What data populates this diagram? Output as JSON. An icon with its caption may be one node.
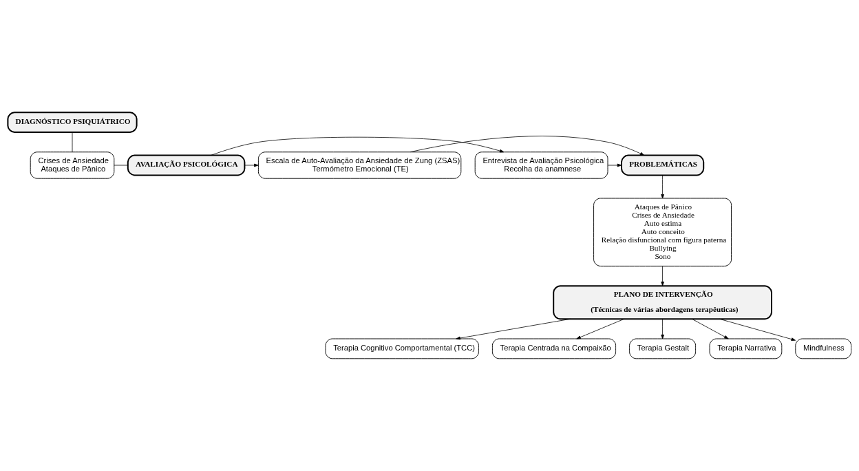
{
  "diagram": {
    "nodes": [
      {
        "text": [
          "DIAGNÓSTICO PSIQUIÁTRICO"
        ]
      },
      {
        "text": [
          "Crises de Ansiedade",
          "Ataques de Pânico"
        ]
      },
      {
        "text": [
          "AVALIAÇÃO PSICOLÓGICA"
        ]
      },
      {
        "text": [
          "Entrevista de Avaliação Psicológica",
          "Recolha da anamnese"
        ]
      },
      {
        "text": [
          "Escala de Auto-Avaliação da Ansiedade de Zung (ZSAS)",
          "Termómetro Emocional (TE)"
        ]
      },
      {
        "text": [
          "PROBLEMÁTICAS"
        ]
      },
      {
        "text": [
          "Ataques de Pânico",
          "Crises de Ansiedade",
          "Auto estima",
          "Auto conceito",
          "Relação disfuncional com figura paterna",
          "Bullying",
          "Sono"
        ]
      },
      {
        "text": [
          "PLANO DE INTERVENÇÃO",
          "(Técnicas de várias abordagens terapêuticas)"
        ]
      },
      {
        "text": [
          "Terapia Cognitivo Comportamental (TCC)"
        ]
      },
      {
        "text": [
          "Terapia Centrada na Compaixão"
        ]
      },
      {
        "text": [
          "Terapia Gestalt"
        ]
      },
      {
        "text": [
          "Terapia Narrativa"
        ]
      },
      {
        "text": [
          "Mindfulness"
        ]
      }
    ],
    "edges": [
      {
        "from": 0,
        "to": 1,
        "arrow": "none"
      },
      {
        "from": 1,
        "to": 2,
        "arrow": "none"
      },
      {
        "from": 2,
        "to": 3,
        "arrow": "to"
      },
      {
        "from": 2,
        "to": 4,
        "arrow": "to"
      },
      {
        "from": 3,
        "to": 5,
        "arrow": "to"
      },
      {
        "from": 4,
        "to": 5,
        "arrow": "to"
      },
      {
        "from": 5,
        "to": 6,
        "arrow": "to"
      },
      {
        "from": 6,
        "to": 7,
        "arrow": "to"
      },
      {
        "from": 7,
        "to": 8,
        "arrow": "to"
      },
      {
        "from": 7,
        "to": 9,
        "arrow": "to"
      },
      {
        "from": 7,
        "to": 10,
        "arrow": "to"
      },
      {
        "from": 7,
        "to": 11,
        "arrow": "to"
      },
      {
        "from": 7,
        "to": 12,
        "arrow": "to"
      }
    ]
  }
}
